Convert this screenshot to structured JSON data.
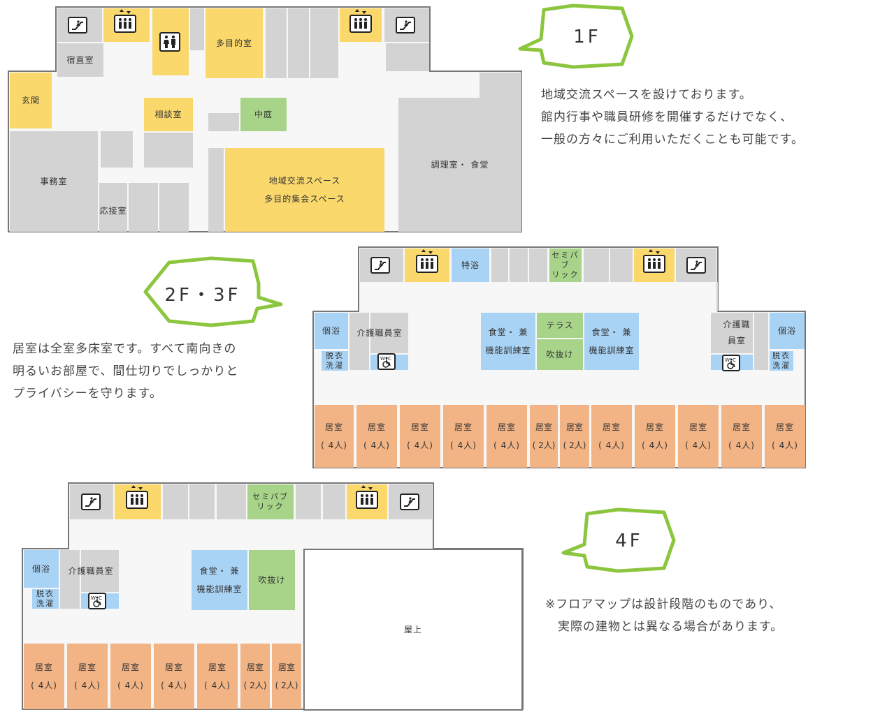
{
  "floors": {
    "f1": {
      "label": "1F",
      "description": "地域交流スペースを設けております。\n館内行事や職員研修を開催するだけでなく、\n一般の方々にご利用いただくことも可能です。",
      "rooms": {
        "shukuchoku": "宿直室",
        "genkan": "玄関",
        "soudan": "相談室",
        "chutei": "中庭",
        "mokuteki": "多目的室",
        "jimu": "事務室",
        "osetsu": "応接室",
        "chiiki_1": "地域交流スペース",
        "chiiki_2": "多目的集会スペース",
        "chouri": "調理室・ 食堂"
      }
    },
    "f23": {
      "label": "2F・3F",
      "description": "居室は全室多床室です。すべて南向きの\n明るいお部屋で、間仕切りでしっかりと\nプライバシーを守ります。",
      "rooms": {
        "tokuyoku": "特浴",
        "semi": "セミパブ\nリック",
        "koyoku": "個浴",
        "kaigo": "介護職員室",
        "datsui": "脱衣\n洗濯",
        "shokudo_1": "食堂・ 兼",
        "shokudo_2": "機能訓練室",
        "terrace": "テラス",
        "fukinuke": "吹抜け",
        "kyoshitsu": "居室",
        "cap4": "( 4人)",
        "cap2": "( 2人)"
      }
    },
    "f4": {
      "label": "4F",
      "note": "※フロアマップは設計段階のものであり、\n　実際の建物とは異なる場合があります。",
      "rooms": {
        "semi": "セミパブ\nリック",
        "koyoku": "個浴",
        "kaigo": "介護職員室",
        "datsui": "脱衣\n洗濯",
        "shokudo_1": "食堂・ 兼",
        "shokudo_2": "機能訓練室",
        "fukinuke": "吹抜け",
        "okujo": "屋上",
        "kyoshitsu": "居室",
        "cap4": "( 4人)",
        "cap2": "( 2人)"
      }
    }
  },
  "colors": {
    "gray": "#d3d3d3",
    "yellow": "#fad86b",
    "blue": "#a9d3f5",
    "green": "#a8d48a",
    "orange": "#f2b485",
    "bubble_stroke": "#8cc63f"
  },
  "icons": [
    "escalator-icon",
    "elevator-icon",
    "restroom-icon",
    "accessible-toilet-icon"
  ]
}
